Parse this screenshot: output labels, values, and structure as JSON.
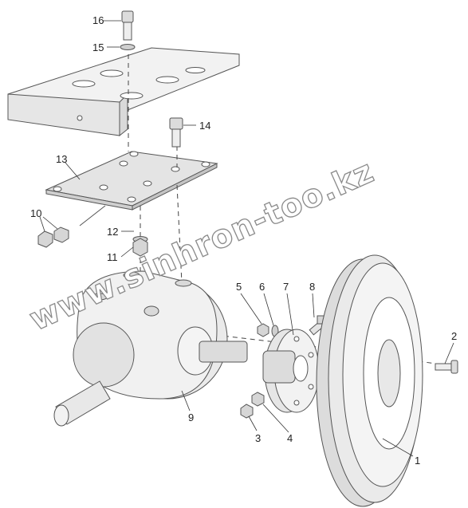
{
  "diagram": {
    "callouts": [
      {
        "id": "1",
        "label": "1"
      },
      {
        "id": "2",
        "label": "2"
      },
      {
        "id": "3",
        "label": "3"
      },
      {
        "id": "4",
        "label": "4"
      },
      {
        "id": "5",
        "label": "5"
      },
      {
        "id": "6",
        "label": "6"
      },
      {
        "id": "7",
        "label": "7"
      },
      {
        "id": "8",
        "label": "8"
      },
      {
        "id": "9",
        "label": "9"
      },
      {
        "id": "10",
        "label": "10"
      },
      {
        "id": "11",
        "label": "11"
      },
      {
        "id": "12",
        "label": "12"
      },
      {
        "id": "13",
        "label": "13"
      },
      {
        "id": "14",
        "label": "14"
      },
      {
        "id": "15",
        "label": "15"
      },
      {
        "id": "16",
        "label": "16"
      }
    ],
    "watermark": "www.sinhron-too.kz"
  }
}
